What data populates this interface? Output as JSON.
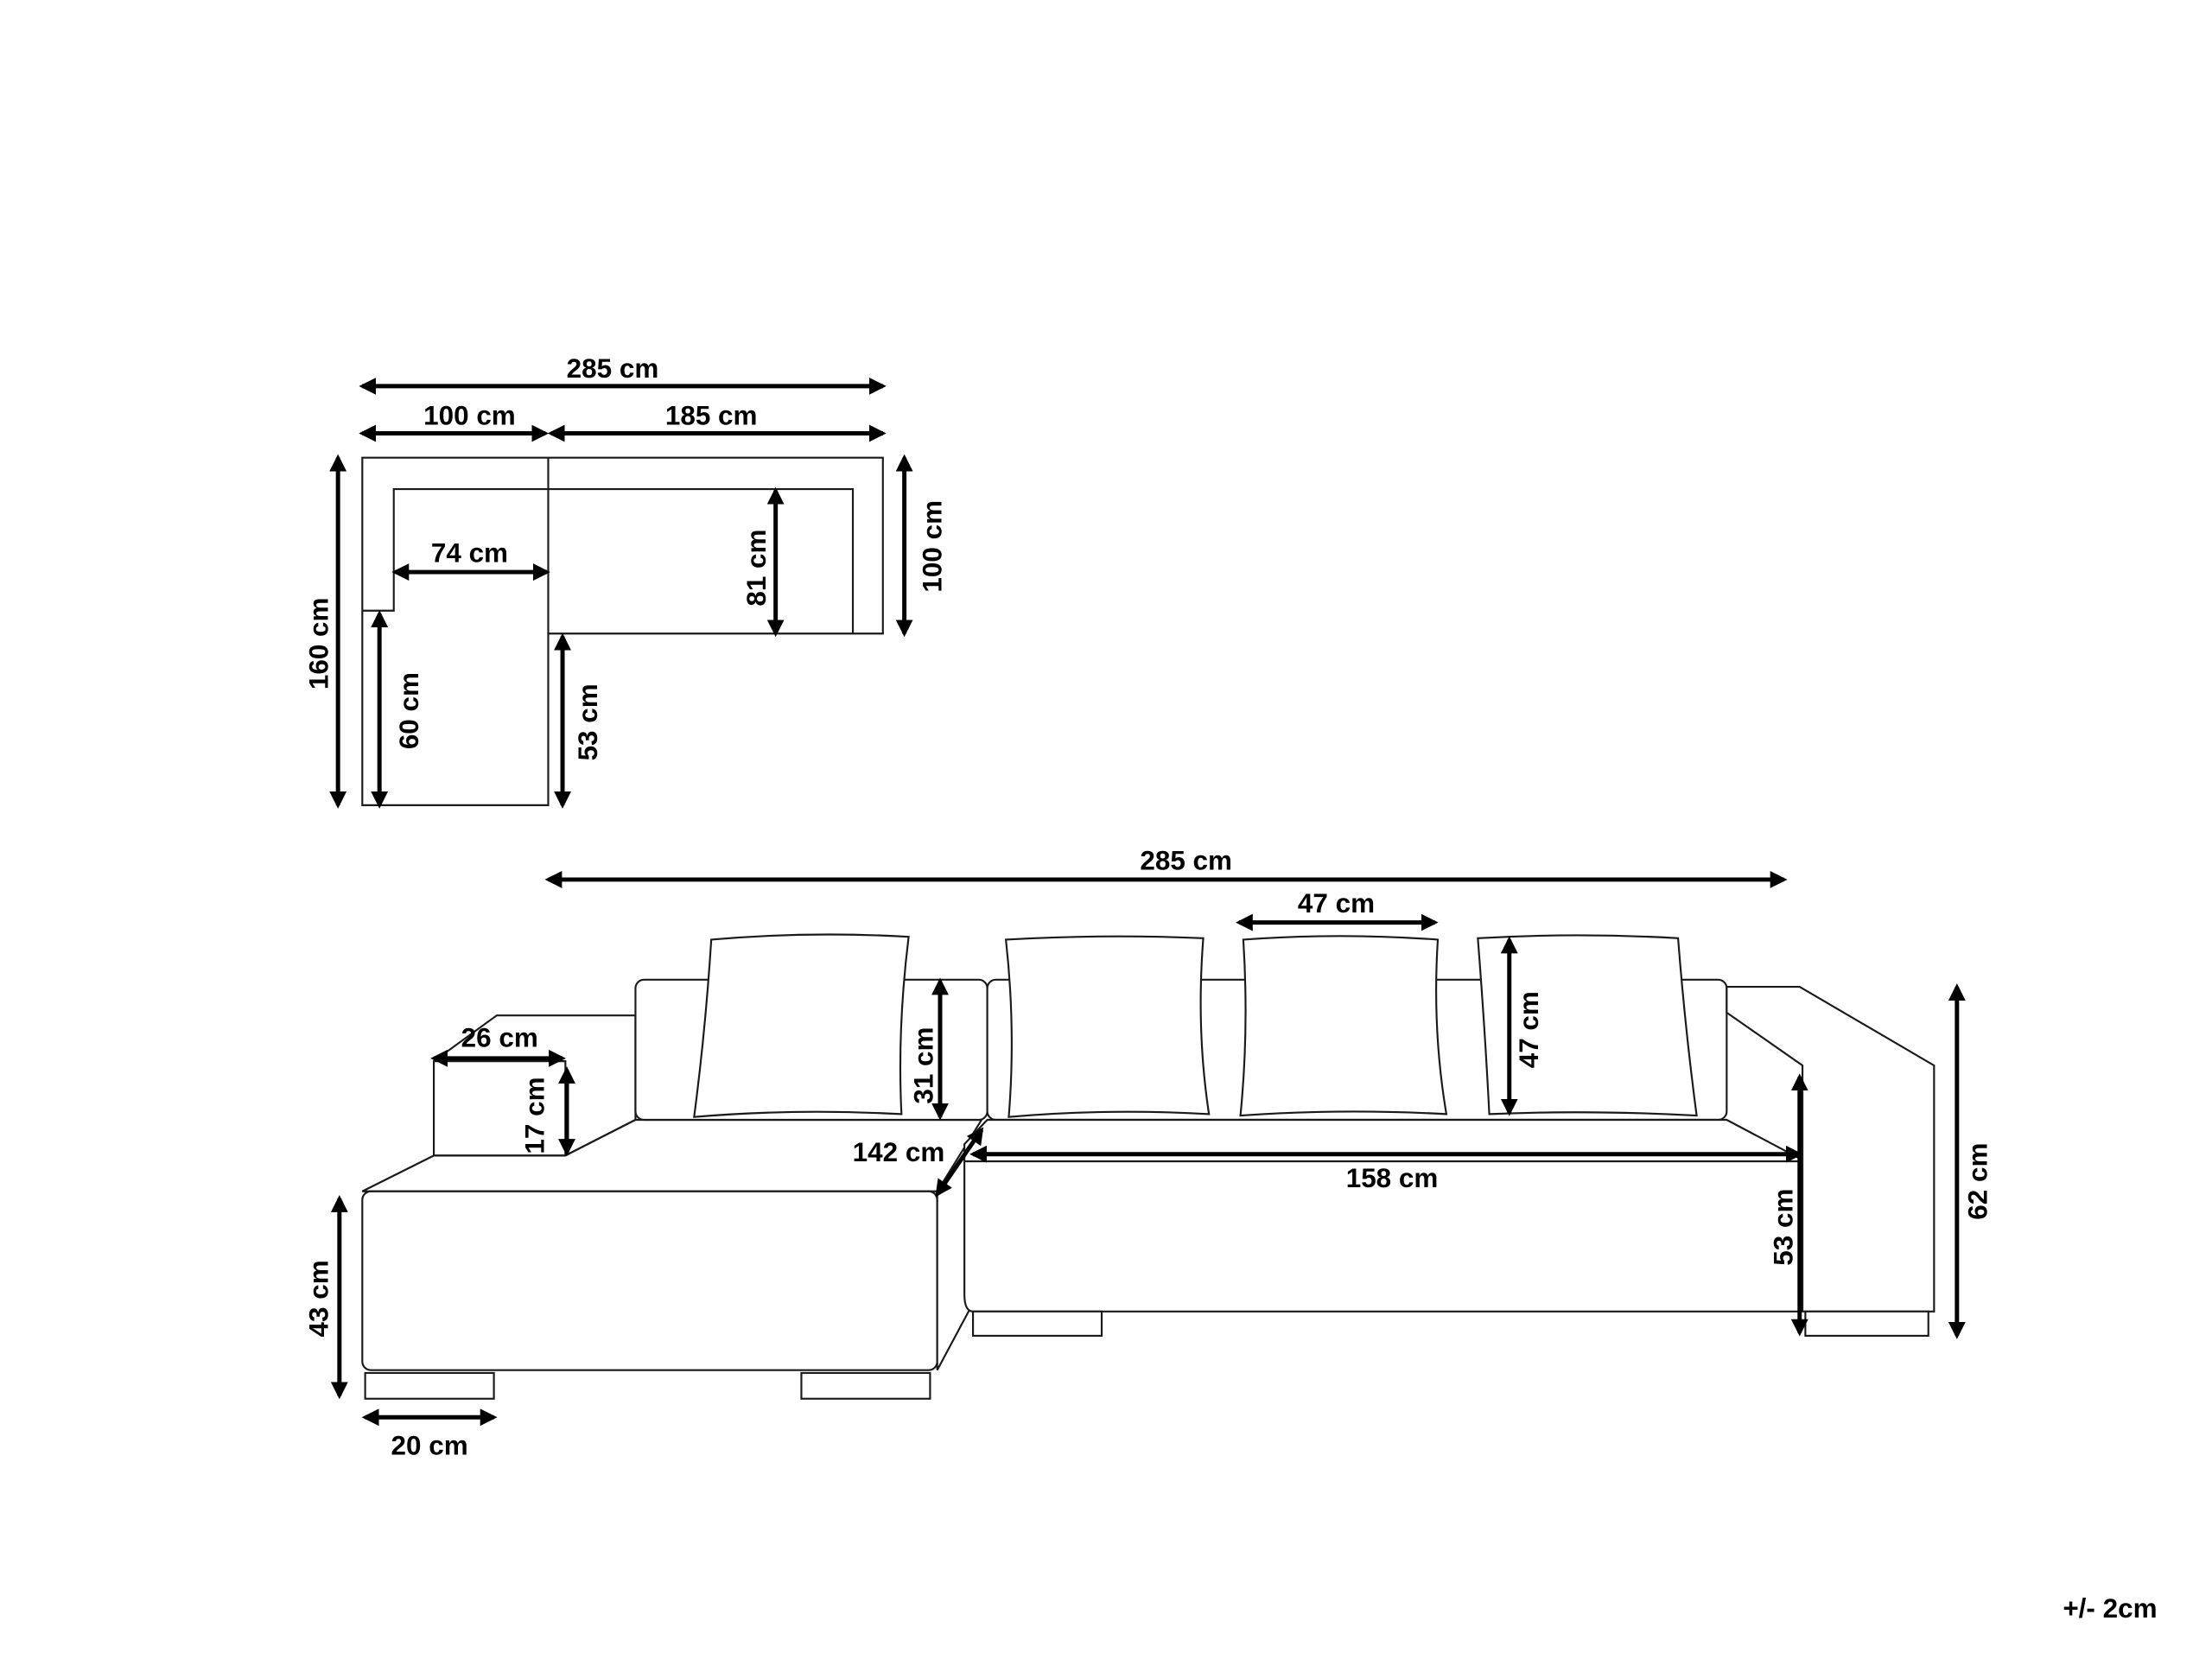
{
  "top_view": {
    "total_width": "285 cm",
    "chaise_width": "100 cm",
    "sofa_width": "185 cm",
    "total_depth": "160 cm",
    "chaise_seat_depth": "60 cm",
    "chaise_extension": "53 cm",
    "chaise_seat_width": "74 cm",
    "seat_depth": "81 cm",
    "sofa_depth": "100 cm"
  },
  "front_view": {
    "total_width": "285 cm",
    "pillow_width": "47 cm",
    "armrest_width": "26 cm",
    "armrest_height": "17 cm",
    "backrest_height": "31 cm",
    "chaise_length": "142 cm",
    "seat_width": "158 cm",
    "pillow_height": "47 cm",
    "seat_height": "53 cm",
    "total_height": "62 cm",
    "chaise_height": "43 cm",
    "leg_width": "20 cm"
  },
  "tolerance": "+/- 2cm"
}
